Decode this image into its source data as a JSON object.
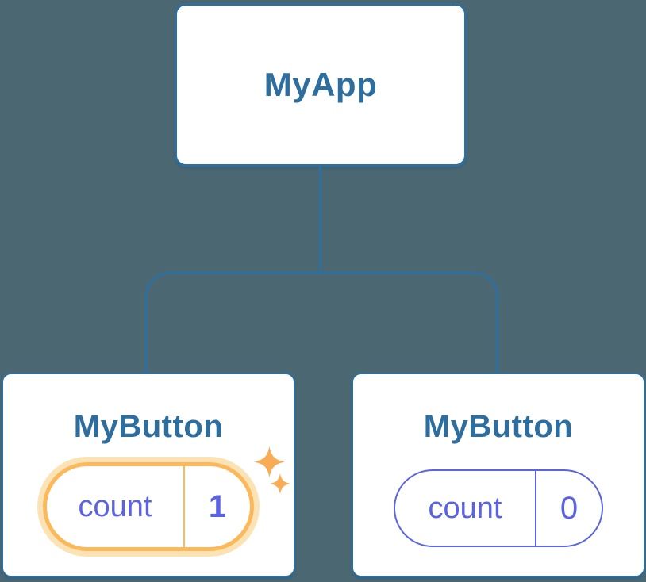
{
  "diagram": {
    "root_component": {
      "title": "MyApp"
    },
    "child_components": [
      {
        "title": "MyButton",
        "state": {
          "label": "count",
          "value": "1"
        },
        "highlighted": true
      },
      {
        "title": "MyButton",
        "state": {
          "label": "count",
          "value": "0"
        },
        "highlighted": false
      }
    ],
    "colors": {
      "background": "#4B6771",
      "node_border_blue": "#2F6F9F",
      "title_text_blue": "#2D6E9E",
      "state_text_purple": "#5B62E3",
      "highlight_orange": "#FBB95C",
      "highlight_glow_orange": "#FCE3B6",
      "sparkle_orange": "#F7AC55"
    },
    "icons": [
      "sparkle-icon"
    ]
  }
}
